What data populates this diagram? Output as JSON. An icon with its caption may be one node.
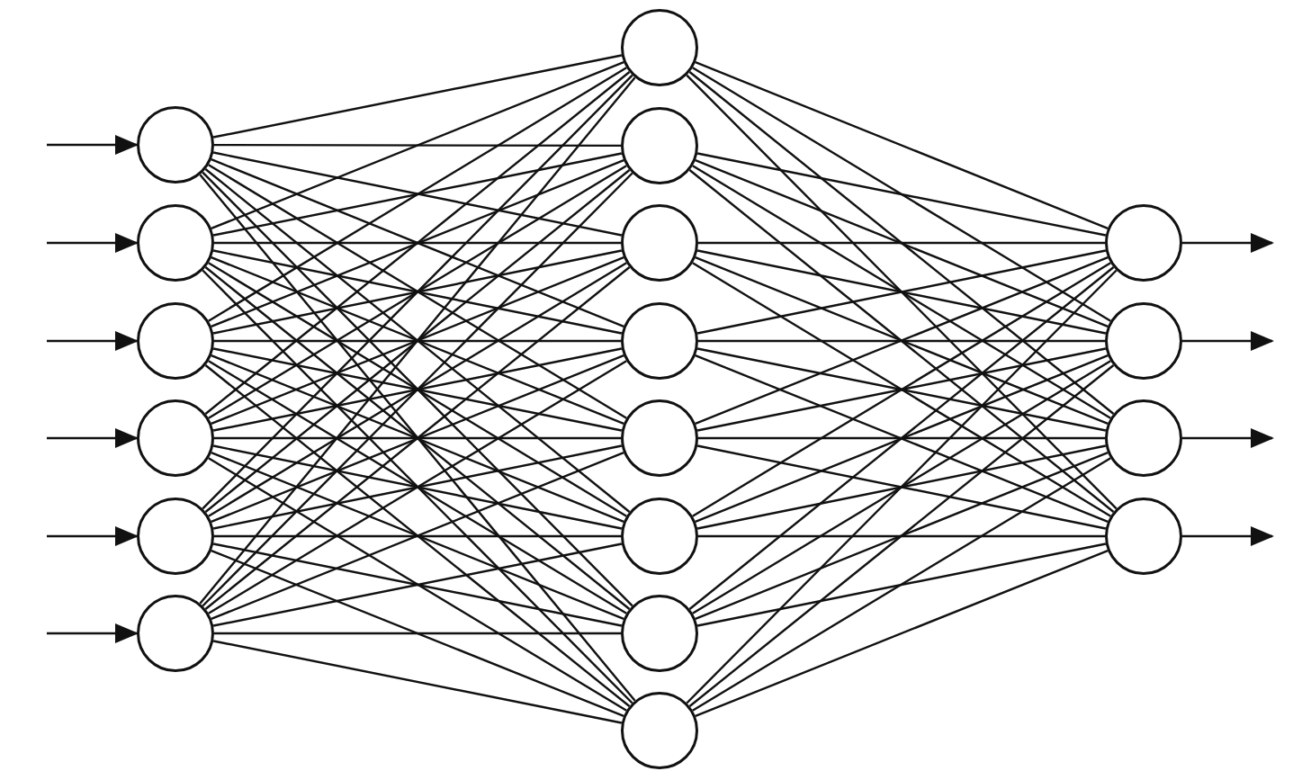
{
  "diagram": {
    "nodes": [
      {
        "text": [],
        "shape": "circle"
      },
      {
        "text": [],
        "shape": "circle"
      },
      {
        "text": [],
        "shape": "circle"
      },
      {
        "text": [],
        "shape": "circle"
      },
      {
        "text": [],
        "shape": "circle"
      },
      {
        "text": [],
        "shape": "circle"
      },
      {
        "text": [],
        "shape": "circle"
      },
      {
        "text": [],
        "shape": "circle"
      },
      {
        "text": [],
        "shape": "circle"
      },
      {
        "text": [],
        "shape": "circle"
      },
      {
        "text": [],
        "shape": "circle"
      },
      {
        "text": [],
        "shape": "circle"
      },
      {
        "text": [],
        "shape": "circle"
      },
      {
        "text": [],
        "shape": "circle"
      },
      {
        "text": [],
        "shape": "circle"
      },
      {
        "text": [],
        "shape": "circle"
      },
      {
        "text": [],
        "shape": "circle"
      },
      {
        "text": [],
        "shape": "circle"
      }
    ],
    "edges": [
      {
        "from": null,
        "to": 0,
        "arrow": "to"
      },
      {
        "from": null,
        "to": 1,
        "arrow": "to"
      },
      {
        "from": null,
        "to": 2,
        "arrow": "to"
      },
      {
        "from": null,
        "to": 3,
        "arrow": "to"
      },
      {
        "from": null,
        "to": 4,
        "arrow": "to"
      },
      {
        "from": null,
        "to": 5,
        "arrow": "to"
      },
      {
        "from": 0,
        "to": 6,
        "arrow": "none"
      },
      {
        "from": 0,
        "to": 7,
        "arrow": "none"
      },
      {
        "from": 0,
        "to": 8,
        "arrow": "none"
      },
      {
        "from": 0,
        "to": 9,
        "arrow": "none"
      },
      {
        "from": 0,
        "to": 10,
        "arrow": "none"
      },
      {
        "from": 0,
        "to": 11,
        "arrow": "none"
      },
      {
        "from": 0,
        "to": 12,
        "arrow": "none"
      },
      {
        "from": 0,
        "to": 13,
        "arrow": "none"
      },
      {
        "from": 1,
        "to": 6,
        "arrow": "none"
      },
      {
        "from": 1,
        "to": 7,
        "arrow": "none"
      },
      {
        "from": 1,
        "to": 8,
        "arrow": "none"
      },
      {
        "from": 1,
        "to": 9,
        "arrow": "none"
      },
      {
        "from": 1,
        "to": 10,
        "arrow": "none"
      },
      {
        "from": 1,
        "to": 11,
        "arrow": "none"
      },
      {
        "from": 1,
        "to": 12,
        "arrow": "none"
      },
      {
        "from": 1,
        "to": 13,
        "arrow": "none"
      },
      {
        "from": 2,
        "to": 6,
        "arrow": "none"
      },
      {
        "from": 2,
        "to": 7,
        "arrow": "none"
      },
      {
        "from": 2,
        "to": 8,
        "arrow": "none"
      },
      {
        "from": 2,
        "to": 9,
        "arrow": "none"
      },
      {
        "from": 2,
        "to": 10,
        "arrow": "none"
      },
      {
        "from": 2,
        "to": 11,
        "arrow": "none"
      },
      {
        "from": 2,
        "to": 12,
        "arrow": "none"
      },
      {
        "from": 2,
        "to": 13,
        "arrow": "none"
      },
      {
        "from": 3,
        "to": 6,
        "arrow": "none"
      },
      {
        "from": 3,
        "to": 7,
        "arrow": "none"
      },
      {
        "from": 3,
        "to": 8,
        "arrow": "none"
      },
      {
        "from": 3,
        "to": 9,
        "arrow": "none"
      },
      {
        "from": 3,
        "to": 10,
        "arrow": "none"
      },
      {
        "from": 3,
        "to": 11,
        "arrow": "none"
      },
      {
        "from": 3,
        "to": 12,
        "arrow": "none"
      },
      {
        "from": 3,
        "to": 13,
        "arrow": "none"
      },
      {
        "from": 4,
        "to": 6,
        "arrow": "none"
      },
      {
        "from": 4,
        "to": 7,
        "arrow": "none"
      },
      {
        "from": 4,
        "to": 8,
        "arrow": "none"
      },
      {
        "from": 4,
        "to": 9,
        "arrow": "none"
      },
      {
        "from": 4,
        "to": 10,
        "arrow": "none"
      },
      {
        "from": 4,
        "to": 11,
        "arrow": "none"
      },
      {
        "from": 4,
        "to": 12,
        "arrow": "none"
      },
      {
        "from": 4,
        "to": 13,
        "arrow": "none"
      },
      {
        "from": 5,
        "to": 6,
        "arrow": "none"
      },
      {
        "from": 5,
        "to": 7,
        "arrow": "none"
      },
      {
        "from": 5,
        "to": 8,
        "arrow": "none"
      },
      {
        "from": 5,
        "to": 9,
        "arrow": "none"
      },
      {
        "from": 5,
        "to": 10,
        "arrow": "none"
      },
      {
        "from": 5,
        "to": 11,
        "arrow": "none"
      },
      {
        "from": 5,
        "to": 12,
        "arrow": "none"
      },
      {
        "from": 5,
        "to": 13,
        "arrow": "none"
      },
      {
        "from": 6,
        "to": 14,
        "arrow": "none"
      },
      {
        "from": 6,
        "to": 15,
        "arrow": "none"
      },
      {
        "from": 6,
        "to": 16,
        "arrow": "none"
      },
      {
        "from": 6,
        "to": 17,
        "arrow": "none"
      },
      {
        "from": 7,
        "to": 14,
        "arrow": "none"
      },
      {
        "from": 7,
        "to": 15,
        "arrow": "none"
      },
      {
        "from": 7,
        "to": 16,
        "arrow": "none"
      },
      {
        "from": 7,
        "to": 17,
        "arrow": "none"
      },
      {
        "from": 8,
        "to": 14,
        "arrow": "none"
      },
      {
        "from": 8,
        "to": 15,
        "arrow": "none"
      },
      {
        "from": 8,
        "to": 16,
        "arrow": "none"
      },
      {
        "from": 8,
        "to": 17,
        "arrow": "none"
      },
      {
        "from": 9,
        "to": 14,
        "arrow": "none"
      },
      {
        "from": 9,
        "to": 15,
        "arrow": "none"
      },
      {
        "from": 9,
        "to": 16,
        "arrow": "none"
      },
      {
        "from": 9,
        "to": 17,
        "arrow": "none"
      },
      {
        "from": 10,
        "to": 14,
        "arrow": "none"
      },
      {
        "from": 10,
        "to": 15,
        "arrow": "none"
      },
      {
        "from": 10,
        "to": 16,
        "arrow": "none"
      },
      {
        "from": 10,
        "to": 17,
        "arrow": "none"
      },
      {
        "from": 11,
        "to": 14,
        "arrow": "none"
      },
      {
        "from": 11,
        "to": 15,
        "arrow": "none"
      },
      {
        "from": 11,
        "to": 16,
        "arrow": "none"
      },
      {
        "from": 11,
        "to": 17,
        "arrow": "none"
      },
      {
        "from": 12,
        "to": 14,
        "arrow": "none"
      },
      {
        "from": 12,
        "to": 15,
        "arrow": "none"
      },
      {
        "from": 12,
        "to": 16,
        "arrow": "none"
      },
      {
        "from": 12,
        "to": 17,
        "arrow": "none"
      },
      {
        "from": 13,
        "to": 14,
        "arrow": "none"
      },
      {
        "from": 13,
        "to": 15,
        "arrow": "none"
      },
      {
        "from": 13,
        "to": 16,
        "arrow": "none"
      },
      {
        "from": 13,
        "to": 17,
        "arrow": "none"
      },
      {
        "from": 14,
        "to": null,
        "arrow": "to"
      },
      {
        "from": 15,
        "to": null,
        "arrow": "to"
      },
      {
        "from": 16,
        "to": null,
        "arrow": "to"
      },
      {
        "from": 17,
        "to": null,
        "arrow": "to"
      }
    ]
  }
}
